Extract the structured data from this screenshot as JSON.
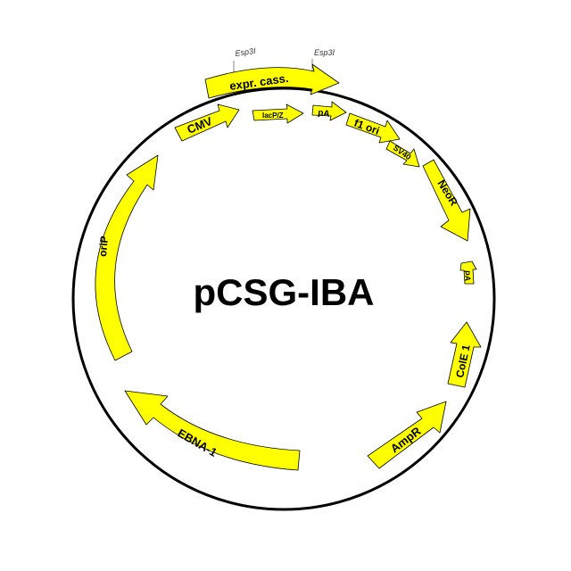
{
  "plasmid": {
    "name": "pCSG-IBA",
    "feature_color": "#FFFF00",
    "outline_color": "#000000",
    "features": [
      {
        "label": "expr. cass."
      },
      {
        "label": "CMV"
      },
      {
        "label": "lacP/Z"
      },
      {
        "label": "pA"
      },
      {
        "label": "f1 ori"
      },
      {
        "label": "SV40"
      },
      {
        "label": "NeoR"
      },
      {
        "label": "pA"
      },
      {
        "label": "ColE 1"
      },
      {
        "label": "AmpR"
      },
      {
        "label": "EBNA-1"
      },
      {
        "label": "oriP"
      }
    ],
    "sites": [
      {
        "label": "Esp3I"
      },
      {
        "label": "Esp3I"
      }
    ]
  }
}
